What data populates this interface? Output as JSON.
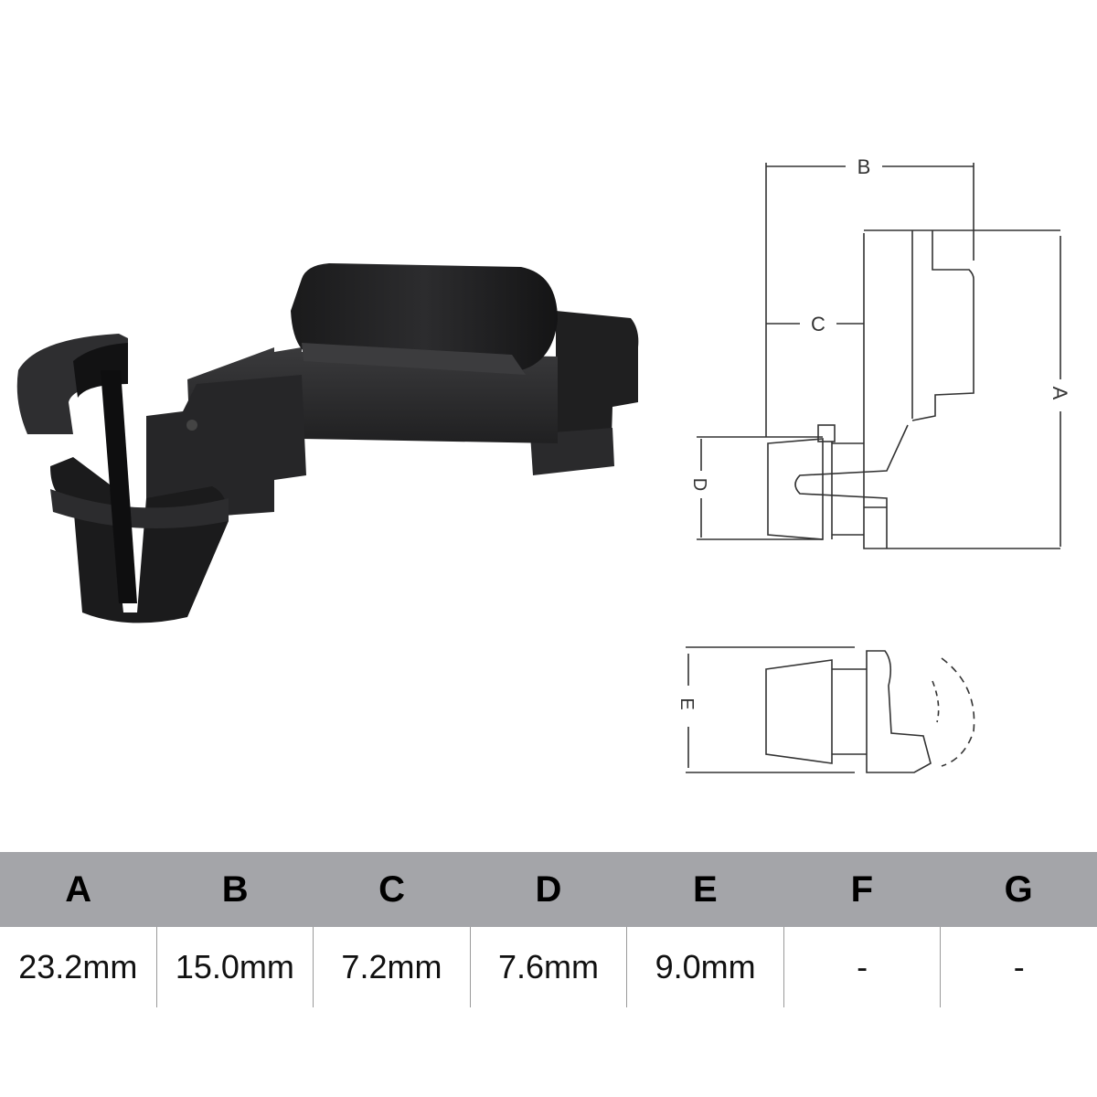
{
  "product": {
    "image_description": "black plastic clip / retainer fastener",
    "drawing_labels": {
      "side_view": [
        "A",
        "B",
        "C",
        "D"
      ],
      "top_view": [
        "E"
      ]
    }
  },
  "spec_table": {
    "headers": [
      "A",
      "B",
      "C",
      "D",
      "E",
      "F",
      "G"
    ],
    "values": [
      "23.2mm",
      "15.0mm",
      "7.2mm",
      "7.6mm",
      "9.0mm",
      "-",
      "-"
    ]
  },
  "colors": {
    "header_band": "#a4a5a9",
    "part_color": "#1c1c1e",
    "line_color": "#333333"
  }
}
